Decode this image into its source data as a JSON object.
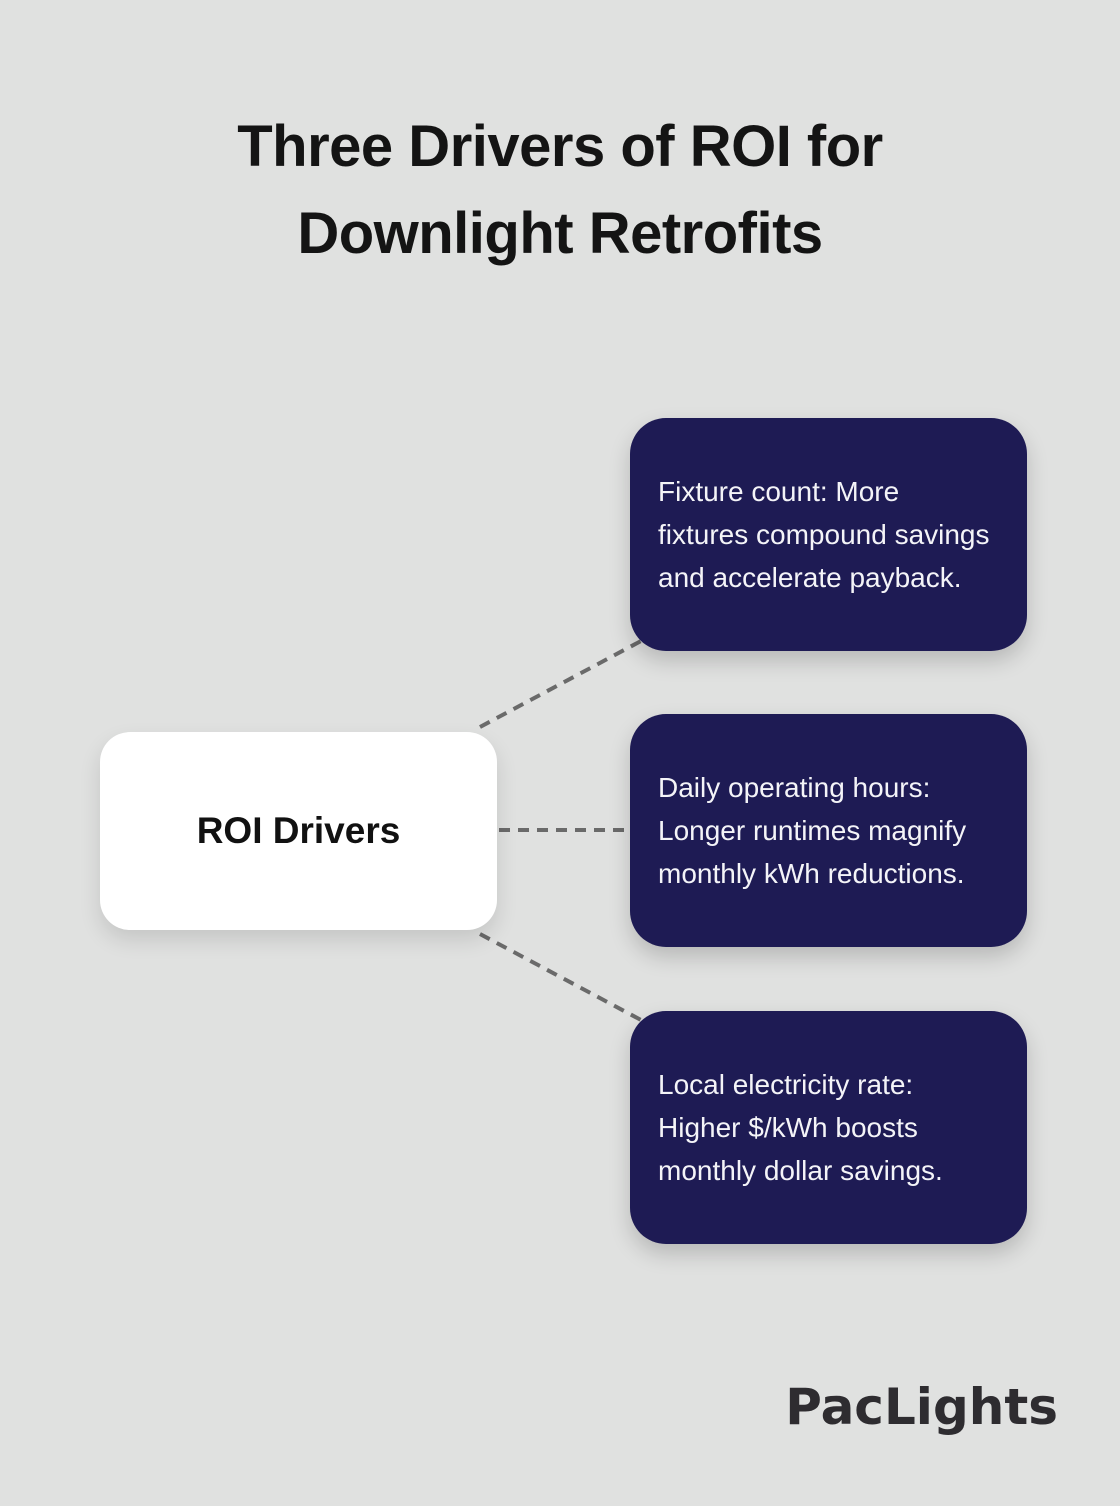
{
  "title": {
    "lines": [
      "Three Drivers of ROI for",
      "Downlight Retrofits"
    ]
  },
  "center_node": {
    "label": "ROI Drivers"
  },
  "drivers": [
    {
      "text": "Fixture count: More fixtures compound savings and accelerate payback."
    },
    {
      "text": "Daily operating hours: Longer runtimes magnify monthly kWh reductions."
    },
    {
      "text": "Local electricity rate: Higher $/kWh boosts monthly dollar savings."
    }
  ],
  "logo": {
    "text": "PacLights"
  },
  "colors": {
    "background": "#e0e1e0",
    "card": "#1e1b54",
    "card_text": "#f4f4f8",
    "center_bg": "#ffffff",
    "center_text": "#111111",
    "title_text": "#141414",
    "connector": "#6a6a6a",
    "logo_text": "#2e2c30"
  }
}
